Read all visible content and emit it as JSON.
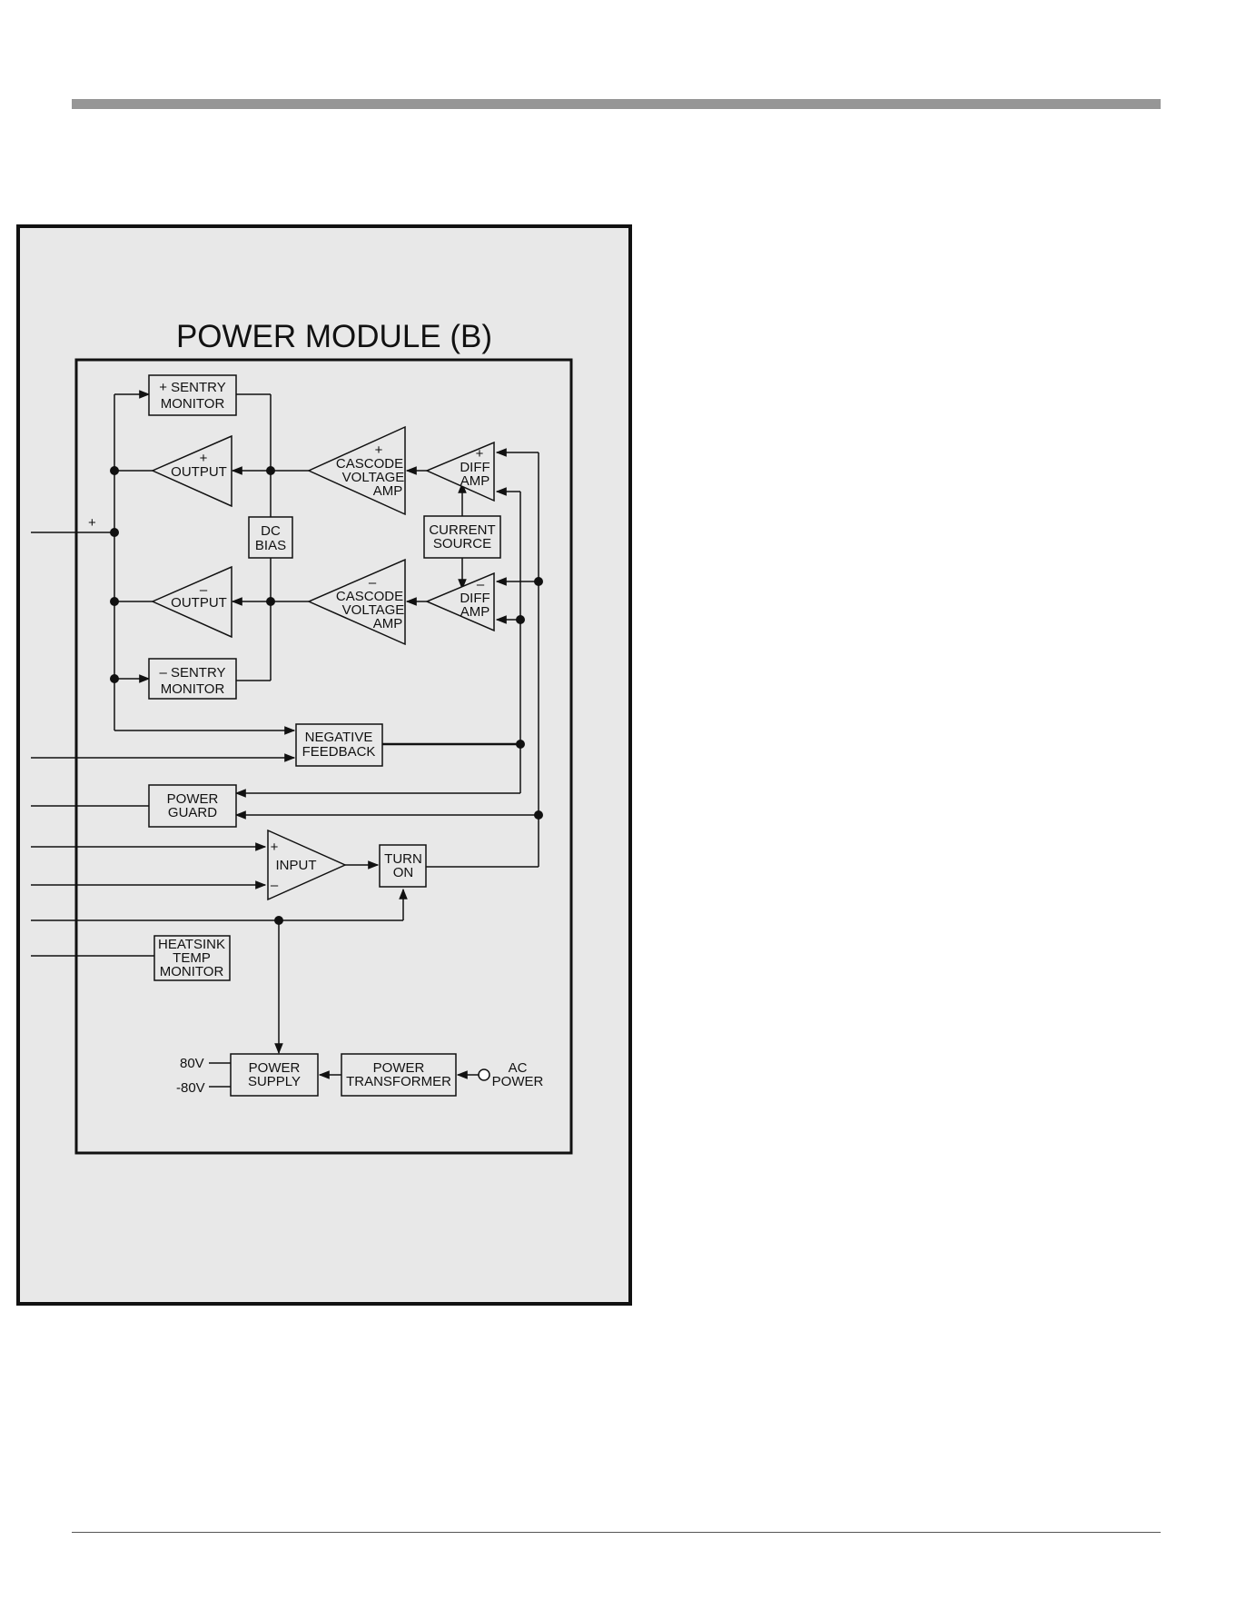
{
  "diagram": {
    "title": "POWER MODULE (B)",
    "blocks": {
      "sentry_pos": [
        "+ SENTRY",
        "MONITOR"
      ],
      "sentry_neg": [
        "– SENTRY",
        "MONITOR"
      ],
      "output_pos": {
        "sign": "+",
        "label": "OUTPUT"
      },
      "output_neg": {
        "sign": "–",
        "label": "OUTPUT"
      },
      "cascode_pos": {
        "sign": "+",
        "lines": [
          "CASCODE",
          "VOLTAGE",
          "AMP"
        ]
      },
      "cascode_neg": {
        "sign": "–",
        "lines": [
          "CASCODE",
          "VOLTAGE",
          "AMP"
        ]
      },
      "diff_pos": {
        "sign": "+",
        "lines": [
          "DIFF",
          "AMP"
        ]
      },
      "diff_neg": {
        "sign": "–",
        "lines": [
          "DIFF",
          "AMP"
        ]
      },
      "dc_bias": [
        "DC",
        "BIAS"
      ],
      "current_source": [
        "CURRENT",
        "SOURCE"
      ],
      "negative_feedback": [
        "NEGATIVE",
        "FEEDBACK"
      ],
      "power_guard": [
        "POWER",
        "GUARD"
      ],
      "input": {
        "label": "INPUT",
        "plus": "+",
        "minus": "–"
      },
      "turn_on": [
        "TURN",
        "ON"
      ],
      "heatsink": [
        "HEATSINK",
        "TEMP",
        "MONITOR"
      ],
      "power_supply": [
        "POWER",
        "SUPPLY"
      ],
      "power_transformer": [
        "POWER",
        "TRANSFORMER"
      ],
      "ac_power": [
        "AC",
        "POWER"
      ]
    },
    "labels": {
      "plus_input": "+",
      "v_pos": "80V",
      "v_neg": "-80V"
    }
  }
}
